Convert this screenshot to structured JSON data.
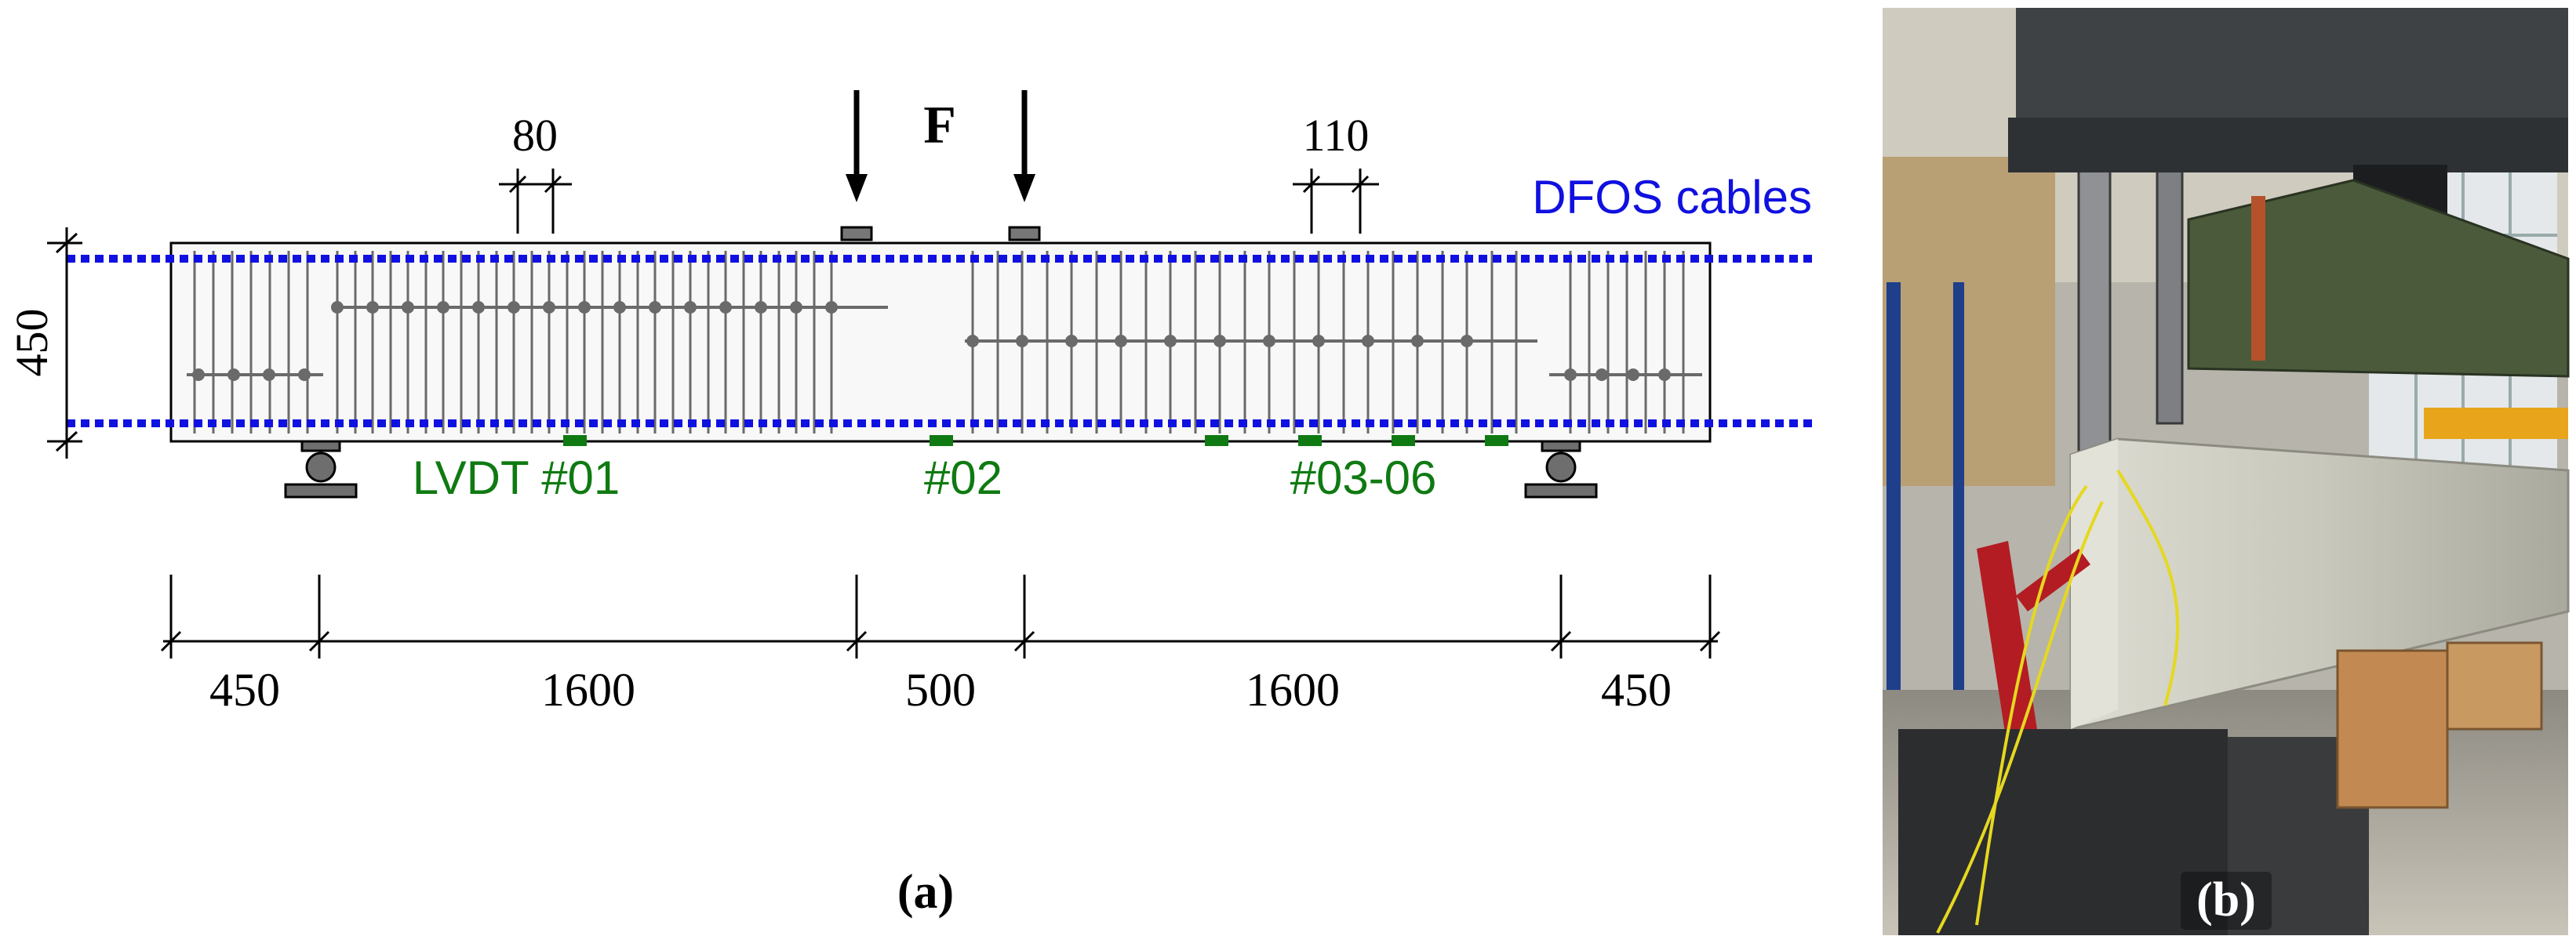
{
  "diagram": {
    "panel_label": "(a)",
    "force_label": "F",
    "dfos_label": "DFOS cables",
    "height_dim": "450",
    "stirrup_spacing_left": "80",
    "stirrup_spacing_right": "110",
    "lvdt_labels": [
      "LVDT #01",
      "#02",
      "#03-06"
    ],
    "span_dims": [
      "450",
      "1600",
      "500",
      "1600",
      "450"
    ],
    "colors": {
      "dfos": "#1010e0",
      "lvdt": "#0f7a12",
      "rebar": "#6a6a6a",
      "outline": "#000000",
      "support": "#6e6e6e"
    }
  },
  "photo": {
    "panel_label": "(b)"
  }
}
